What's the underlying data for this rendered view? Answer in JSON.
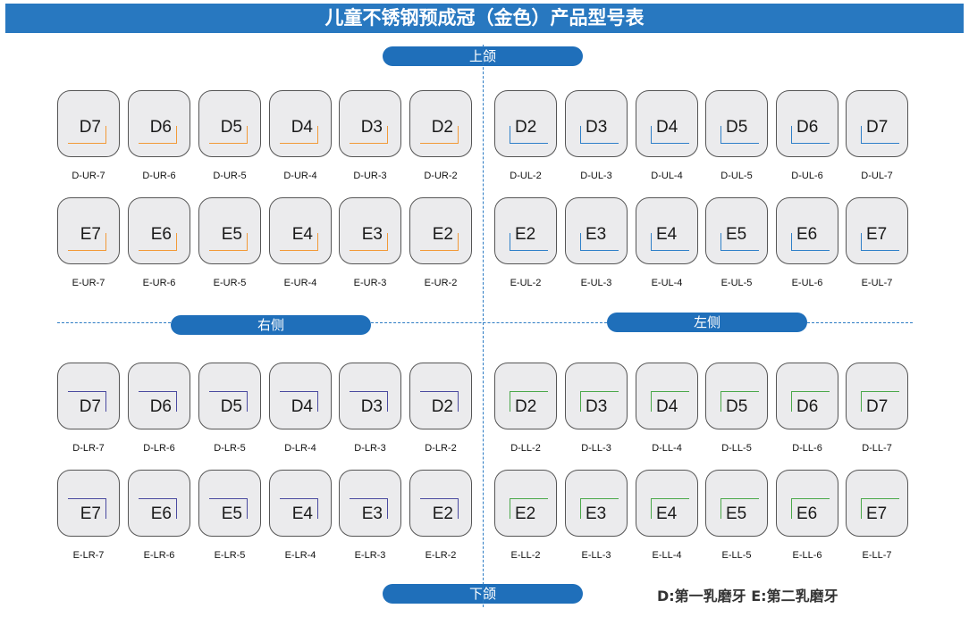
{
  "title": "儿童不锈钢预成冠（金色）产品型号表",
  "labels": {
    "upper": "上颌",
    "lower": "下颌",
    "right": "右侧",
    "left": "左侧"
  },
  "legend": "D:第一乳磨牙  E:第二乳磨牙",
  "colors": {
    "title_bg": "#2878c0",
    "UR": "#f29a38",
    "UL": "#2f80c9",
    "LR": "#4a4aa0",
    "LL": "#4aa84a"
  },
  "quadrants": {
    "UR": {
      "D": [
        {
          "tooth": "D7",
          "code": "D-UR-7"
        },
        {
          "tooth": "D6",
          "code": "D-UR-6"
        },
        {
          "tooth": "D5",
          "code": "D-UR-5"
        },
        {
          "tooth": "D4",
          "code": "D-UR-4"
        },
        {
          "tooth": "D3",
          "code": "D-UR-3"
        },
        {
          "tooth": "D2",
          "code": "D-UR-2"
        }
      ],
      "E": [
        {
          "tooth": "E7",
          "code": "E-UR-7"
        },
        {
          "tooth": "E6",
          "code": "E-UR-6"
        },
        {
          "tooth": "E5",
          "code": "E-UR-5"
        },
        {
          "tooth": "E4",
          "code": "E-UR-4"
        },
        {
          "tooth": "E3",
          "code": "E-UR-3"
        },
        {
          "tooth": "E2",
          "code": "E-UR-2"
        }
      ]
    },
    "UL": {
      "D": [
        {
          "tooth": "D2",
          "code": "D-UL-2"
        },
        {
          "tooth": "D3",
          "code": "D-UL-3"
        },
        {
          "tooth": "D4",
          "code": "D-UL-4"
        },
        {
          "tooth": "D5",
          "code": "D-UL-5"
        },
        {
          "tooth": "D6",
          "code": "D-UL-6"
        },
        {
          "tooth": "D7",
          "code": "D-UL-7"
        }
      ],
      "E": [
        {
          "tooth": "E2",
          "code": "E-UL-2"
        },
        {
          "tooth": "E3",
          "code": "E-UL-3"
        },
        {
          "tooth": "E4",
          "code": "E-UL-4"
        },
        {
          "tooth": "E5",
          "code": "E-UL-5"
        },
        {
          "tooth": "E6",
          "code": "E-UL-6"
        },
        {
          "tooth": "E7",
          "code": "E-UL-7"
        }
      ]
    },
    "LR": {
      "D": [
        {
          "tooth": "D7",
          "code": "D-LR-7"
        },
        {
          "tooth": "D6",
          "code": "D-LR-6"
        },
        {
          "tooth": "D5",
          "code": "D-LR-5"
        },
        {
          "tooth": "D4",
          "code": "D-LR-4"
        },
        {
          "tooth": "D3",
          "code": "D-LR-3"
        },
        {
          "tooth": "D2",
          "code": "D-LR-2"
        }
      ],
      "E": [
        {
          "tooth": "E7",
          "code": "E-LR-7"
        },
        {
          "tooth": "E6",
          "code": "E-LR-6"
        },
        {
          "tooth": "E5",
          "code": "E-LR-5"
        },
        {
          "tooth": "E4",
          "code": "E-LR-4"
        },
        {
          "tooth": "E3",
          "code": "E-LR-3"
        },
        {
          "tooth": "E2",
          "code": "E-LR-2"
        }
      ]
    },
    "LL": {
      "D": [
        {
          "tooth": "D2",
          "code": "D-LL-2"
        },
        {
          "tooth": "D3",
          "code": "D-LL-3"
        },
        {
          "tooth": "D4",
          "code": "D-LL-4"
        },
        {
          "tooth": "D5",
          "code": "D-LL-5"
        },
        {
          "tooth": "D6",
          "code": "D-LL-6"
        },
        {
          "tooth": "D7",
          "code": "D-LL-7"
        }
      ],
      "E": [
        {
          "tooth": "E2",
          "code": "E-LL-2"
        },
        {
          "tooth": "E3",
          "code": "E-LL-3"
        },
        {
          "tooth": "E4",
          "code": "E-LL-4"
        },
        {
          "tooth": "E5",
          "code": "E-LL-5"
        },
        {
          "tooth": "E6",
          "code": "E-LL-6"
        },
        {
          "tooth": "E7",
          "code": "E-LL-7"
        }
      ]
    }
  }
}
